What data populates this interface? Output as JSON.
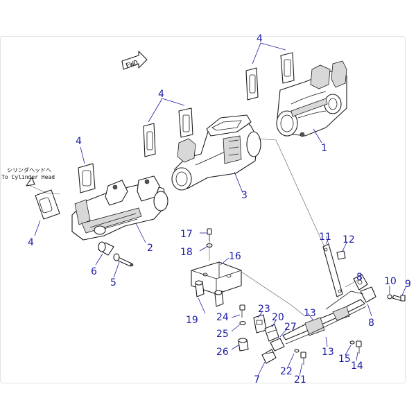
{
  "labels": {
    "gasket_a": "4",
    "gasket_b": "4",
    "gasket_c": "4",
    "gasket_d": "4",
    "manifold_front": "1",
    "manifold_rear": "2",
    "manifold_center": "3",
    "bolt_5": "5",
    "spacer_6": "6",
    "ref_7": "7",
    "clamp_8a": "8",
    "clamp_8b": "8",
    "bolt_9": "9",
    "washer_10": "10",
    "stay_11": "11",
    "bolt_12": "12",
    "clamp_13a": "13",
    "clamp_13b": "13",
    "bolt_14": "14",
    "washer_15": "15",
    "bracket_16": "16",
    "bolt_17": "17",
    "washer_18": "18",
    "spacer_19": "19",
    "bracket_20": "20",
    "bolt_21": "21",
    "washer_22": "22",
    "bracket_23": "23",
    "bolt_24": "24",
    "washer_25": "25",
    "spacer_26": "26",
    "clamp_27": "27"
  },
  "fwd_text": "FWD",
  "note": {
    "line1": "シリンダヘッドへ",
    "line2": "To Cylinder Head"
  },
  "colors": {
    "callout": "#1c1ca8",
    "line_art": "#1a1a1a"
  }
}
